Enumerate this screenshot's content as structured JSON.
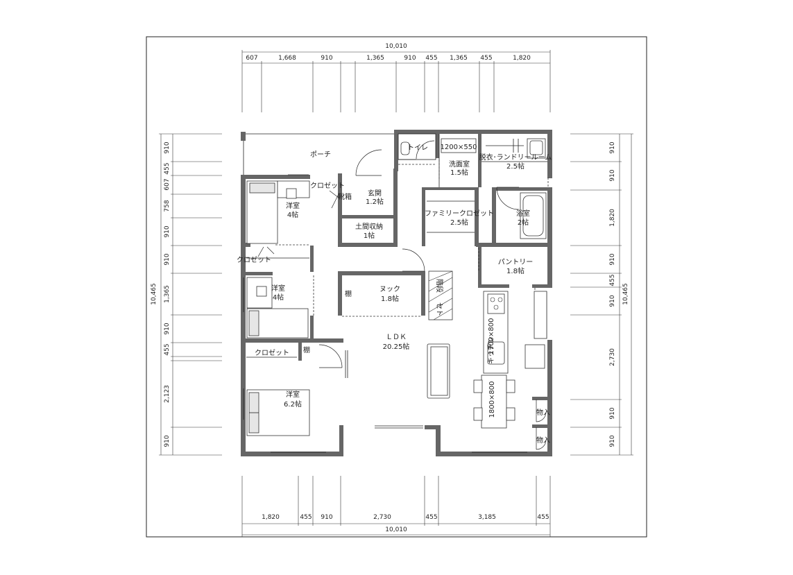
{
  "dimensions": {
    "top_total": "10,010",
    "top": [
      "607",
      "1,668",
      "910",
      "1,365",
      "910",
      "455",
      "1,365",
      "455",
      "1,820"
    ],
    "bottom_total": "10,010",
    "bottom": [
      "1,820",
      "455",
      "910",
      "2,730",
      "455",
      "3,185",
      "455"
    ],
    "left_total": "10,465",
    "left": [
      "910",
      "455",
      "607",
      "758",
      "910",
      "910",
      "1,365",
      "910",
      "455",
      "2,123",
      "910"
    ],
    "right_total": "10,465",
    "right": [
      "910",
      "910",
      "1,820",
      "910",
      "455",
      "910",
      "2,730",
      "910",
      "910"
    ]
  },
  "rooms": {
    "porch": "ポーチ",
    "toilet": "トイレ",
    "washroom": "洗面室",
    "washroom_area": "1.5帖",
    "sink": "1200×550",
    "laundry": "脱衣･ランドリールーム",
    "laundry_area": "2.5帖",
    "entrance": "玄関",
    "entrance_area": "1.2帖",
    "shoe_box": "靴箱",
    "closet1": "クロゼット",
    "bed1": "洋室",
    "bed1_area": "4帖",
    "earth_storage": "土間収納",
    "earth_storage_area": "1帖",
    "family_closet": "ファミリークロゼット",
    "family_closet_area": "2.5帖",
    "bath": "浴室",
    "bath_area": "2帖",
    "closet2": "クロゼット",
    "pantry": "パントリー",
    "pantry_area": "1.8帖",
    "bed2": "洋室",
    "bed2_area": "4帖",
    "nook_shelf": "棚",
    "nook": "ヌック",
    "nook_area": "1.8帖",
    "stair": "階段",
    "stair_label": "セト",
    "kitchen": "1700×800",
    "kitchen_label": "キッチン",
    "ldk": "ＬＤＫ",
    "ldk_area": "20.25帖",
    "closet3": "クロゼット",
    "shelf3": "棚",
    "bed3": "洋室",
    "bed3_area": "6.2帖",
    "table": "1800×800",
    "storage1": "物入",
    "storage2": "物入"
  }
}
